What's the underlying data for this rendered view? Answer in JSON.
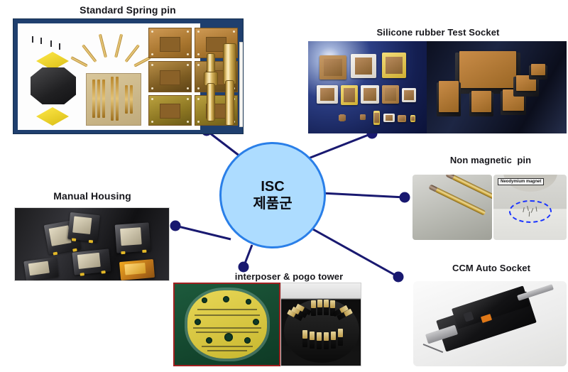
{
  "diagram": {
    "hub": {
      "line1": "ISC",
      "line2": "제품군",
      "fill_color": "#addcff",
      "border_color": "#2a7fe8"
    },
    "connector_color": "#191970",
    "nodes": [
      {
        "id": "standard-spring-pin",
        "label": "Standard Spring pin"
      },
      {
        "id": "silicone-rubber-test-socket",
        "label": "Silicone rubber Test Socket"
      },
      {
        "id": "non-magnetic-pin",
        "label": "Non magnetic  pin"
      },
      {
        "id": "manual-housing",
        "label": "Manual Housing"
      },
      {
        "id": "interposer-pogo-tower",
        "label": "interposer & pogo tower"
      },
      {
        "id": "ccm-auto-socket",
        "label": "CCM Auto Socket"
      }
    ],
    "annotations": {
      "neodymium_magnet": "Neodymium magnet",
      "highlight_color": "#1933ff"
    }
  }
}
